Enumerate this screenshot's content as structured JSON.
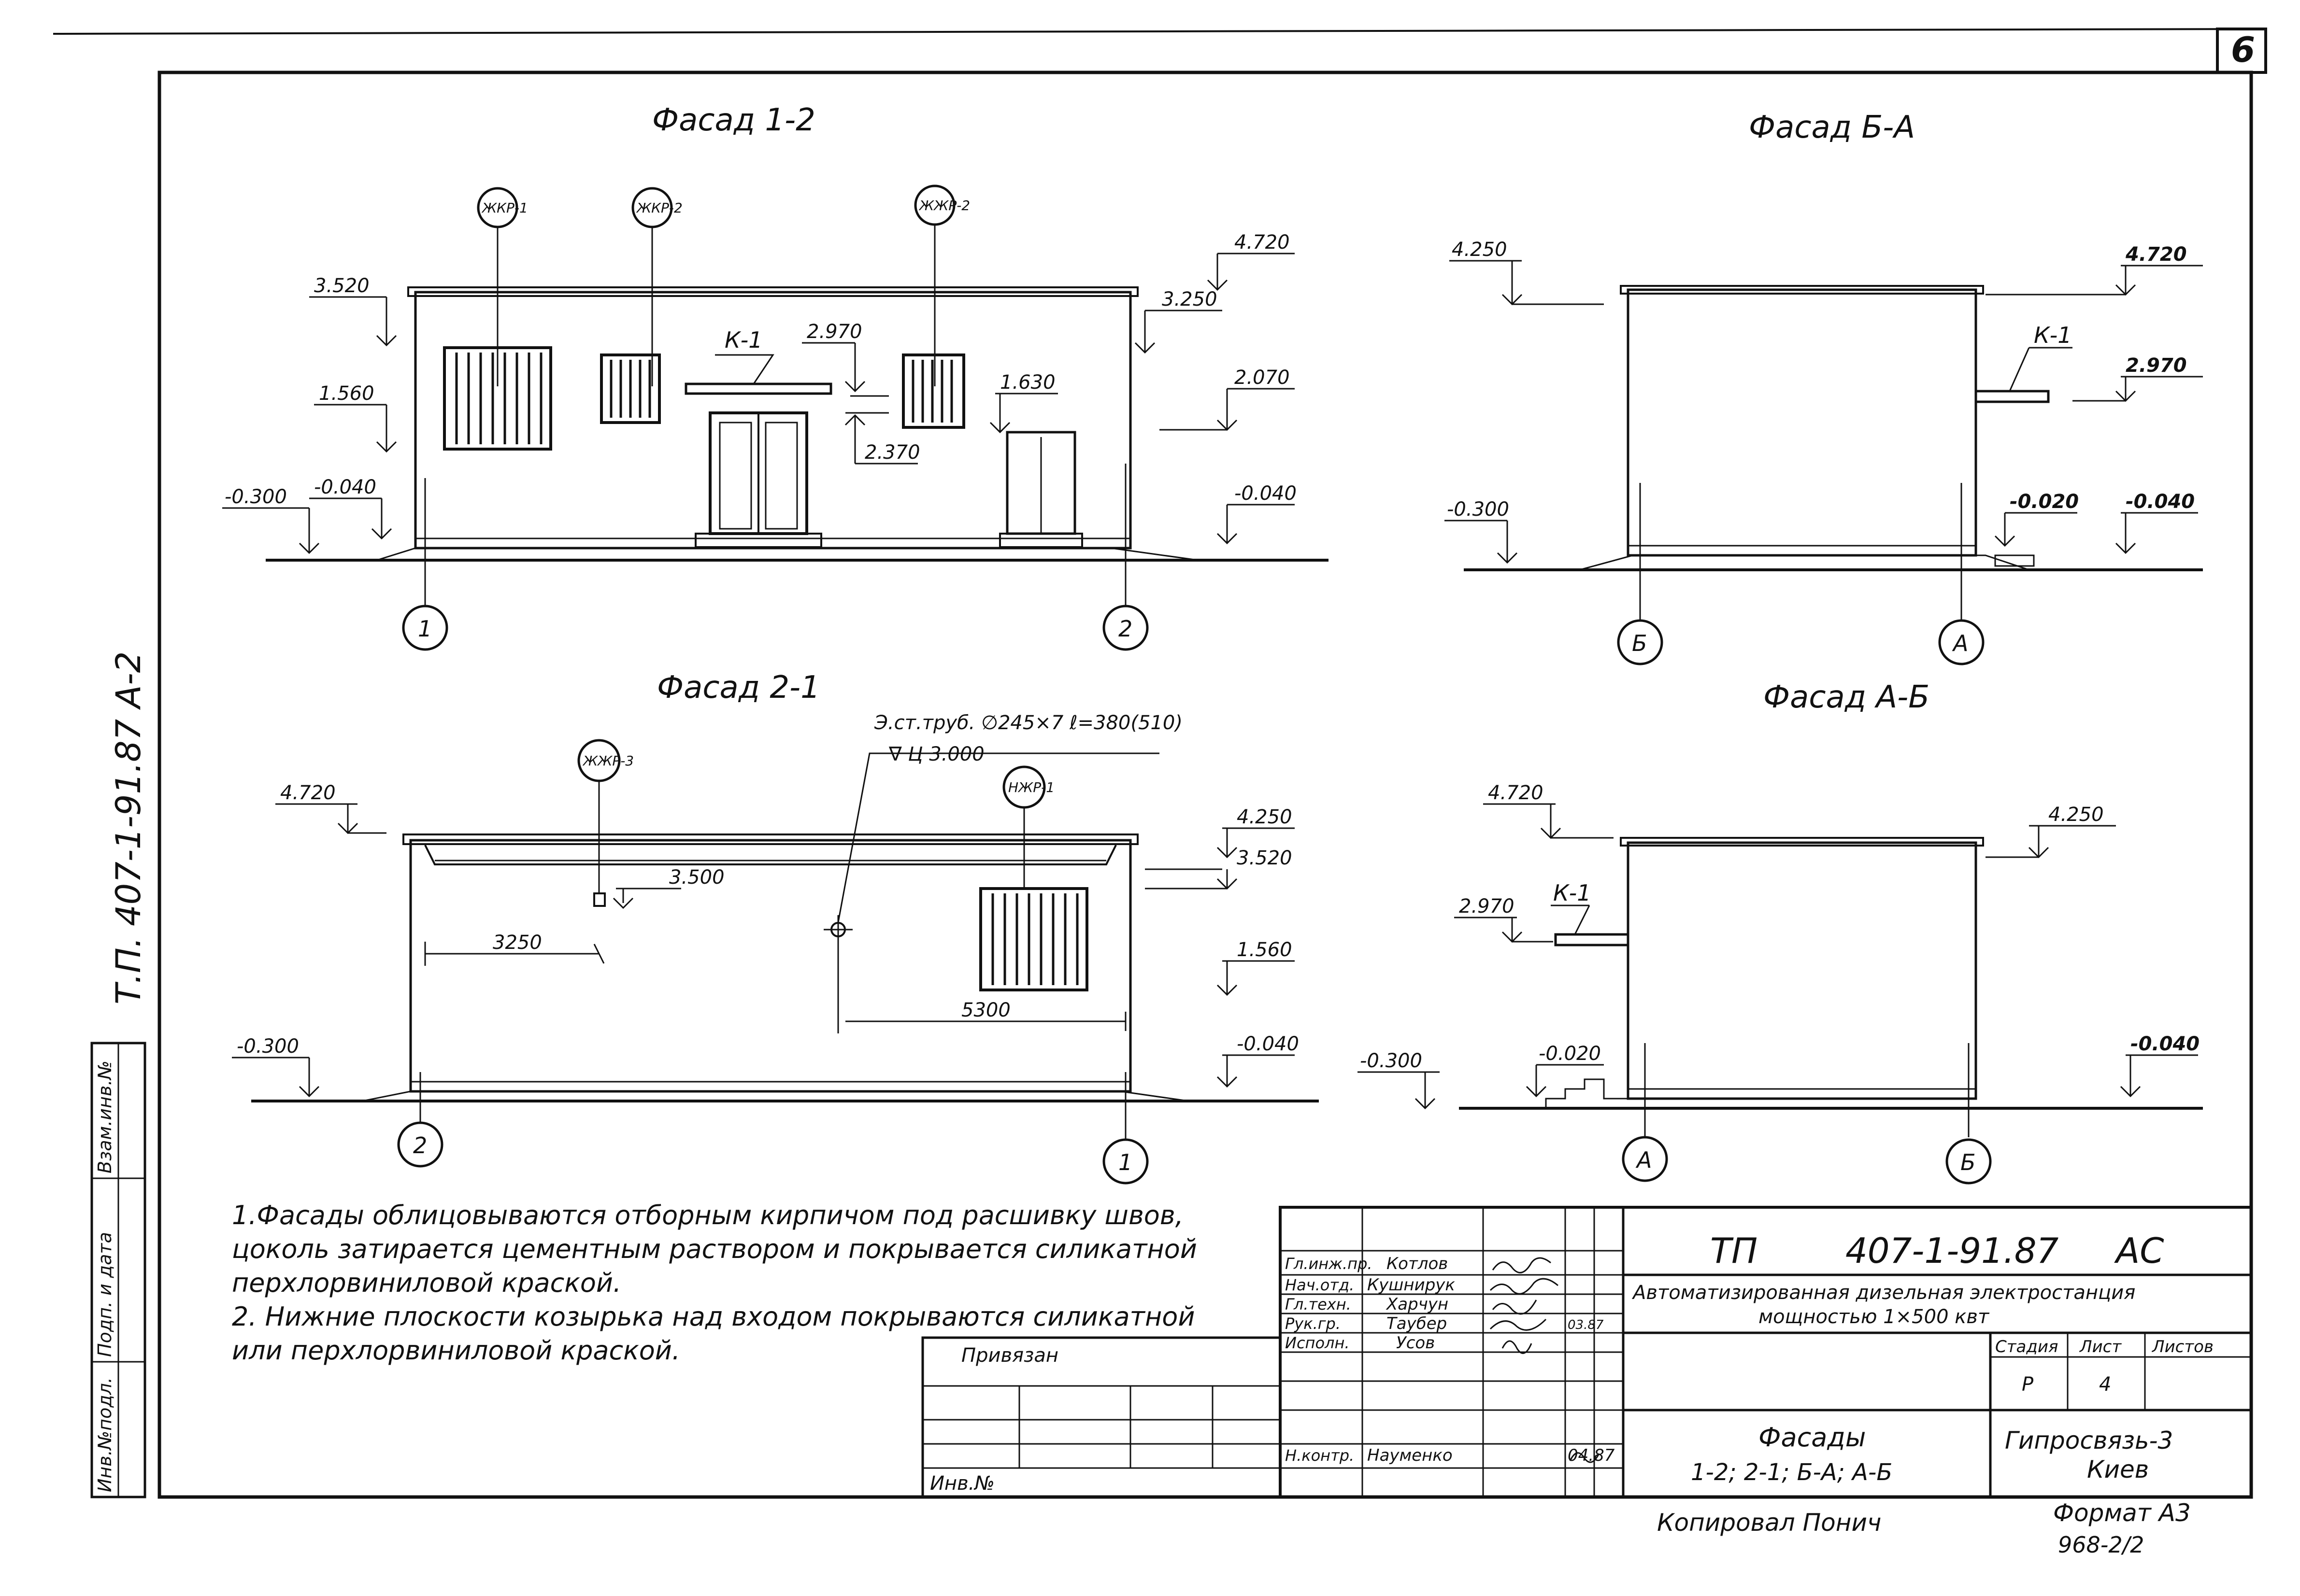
{
  "sheet_number": "6",
  "side_stamp": "Т.П. 407-1-91.87 А-2",
  "side_columns": {
    "inv": "Инв.№подл.",
    "sign": "Подп. и дата",
    "vzam": "Взам.инв.№"
  },
  "facades": {
    "f12": {
      "title": "Фасад 1-2",
      "tags": [
        "ЖКР-1",
        "ЖКР-2",
        "ЖЖР-2"
      ],
      "canopy": "К-1",
      "levels": {
        "l3520": "3.520",
        "l1560": "1.560",
        "lm300": "-0.300",
        "lm040a": "-0.040",
        "l4720": "4.720",
        "l3250": "3.250",
        "l2970": "2.970",
        "l1630": "1.630",
        "l2370": "2.370",
        "l2070": "2.070",
        "lm040b": "-0.040"
      },
      "axes": [
        "1",
        "2"
      ]
    },
    "fba": {
      "title": "Фасад Б-А",
      "canopy": "К-1",
      "levels": {
        "l4250": "4.250",
        "l4720": "4.720",
        "l2970": "2.970",
        "lm300": "-0.300",
        "lm020": "-0.020",
        "lm040": "-0.040"
      },
      "axes": [
        "Б",
        "А"
      ]
    },
    "f21": {
      "title": "Фасад 2-1",
      "tags": [
        "ЖЖР-3",
        "НЖР-1"
      ],
      "pipe_note": "Э.ст.труб. ∅245×7 ℓ=380(510)",
      "pipe_level": "∇ Ц 3.000",
      "levels": {
        "l4720": "4.720",
        "l3500": "3.500",
        "l4250": "4.250",
        "l3520": "3.520",
        "l1560": "1.560",
        "lm300": "-0.300",
        "lm040": "-0.040"
      },
      "dims": {
        "d3250": "3250",
        "d5300": "5300"
      },
      "axes": [
        "2",
        "1"
      ]
    },
    "fab": {
      "title": "Фасад А-Б",
      "canopy": "К-1",
      "levels": {
        "l4720": "4.720",
        "l2970": "2.970",
        "l4250": "4.250",
        "lm300": "-0.300",
        "lm020": "-0.020",
        "lm040": "-0.040"
      },
      "axes": [
        "А",
        "Б"
      ]
    }
  },
  "notes": [
    "1.Фасады облицовываются отборным кирпичом под расшивку швов,",
    "цоколь затирается цементным раствором и покрывается силикатной",
    "перхлорвиниловой краской.",
    "2. Нижние плоскости козырька над входом покрываются силикатной",
    "или перхлорвиниловой краской."
  ],
  "binding": {
    "label": "Привязан",
    "inv": "Инв.№"
  },
  "title_block": {
    "code_prefix": "ТП",
    "code": "407-1-91.87",
    "code_suffix": "АС",
    "project": "Автоматизированная дизельная электростанция",
    "project2": "мощностью 1×500 квт",
    "roles": [
      "Гл.инж.пр.",
      "Нач.отд.",
      "Гл.техн.",
      "Рук.гр.",
      "Исполн.",
      "",
      "",
      "Н.контр."
    ],
    "names": [
      "Котлов",
      "Кушнирук",
      "Харчун",
      "Таубер",
      "Усов",
      "",
      "",
      "Науменко"
    ],
    "dates": [
      "",
      "",
      "",
      "03.87",
      "",
      "",
      "",
      "04.87"
    ],
    "stage_hdr": "Стадия",
    "sheet_hdr": "Лист",
    "sheets_hdr": "Листов",
    "stage": "Р",
    "sheet": "4",
    "sheet_title": "Фасады",
    "sheet_title2": "1-2; 2-1; Б-А; А-Б",
    "org": "Гипросвязь-3",
    "org2": "Киев"
  },
  "footer": {
    "copied": "Копировал Понич",
    "format": "Формат А3",
    "number": "968-2/2"
  }
}
